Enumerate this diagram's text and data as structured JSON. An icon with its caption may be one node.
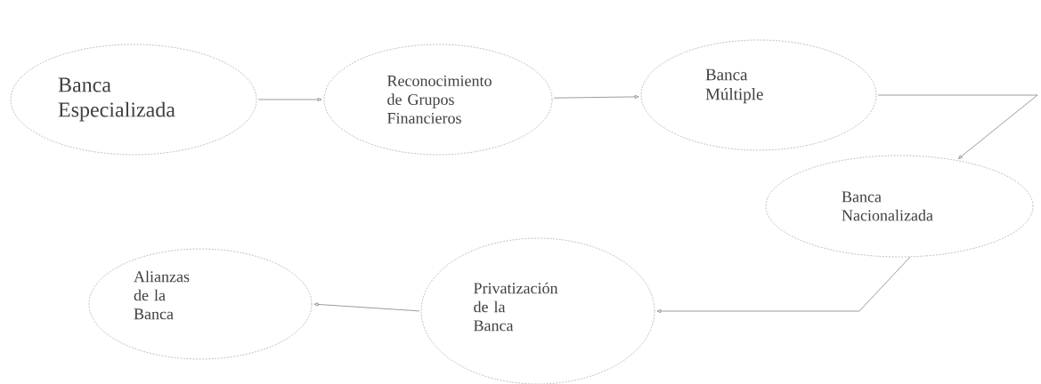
{
  "diagram": {
    "nodes": [
      {
        "text": [
          "Banca Especializada"
        ]
      },
      {
        "text": [
          "Reconocimiento de Grupos Financieros"
        ]
      },
      {
        "text": [
          "Banca Múltiple"
        ]
      },
      {
        "text": [
          "Banca Nacionalizada"
        ]
      },
      {
        "text": [
          "Privatización de la Banca"
        ]
      },
      {
        "text": [
          "Alianzas de la Banca"
        ]
      }
    ],
    "edges": [
      {
        "from": 0,
        "to": 1,
        "arrow": "to"
      },
      {
        "from": 1,
        "to": 2,
        "arrow": "to"
      },
      {
        "from": 2,
        "to": 3,
        "arrow": "to"
      },
      {
        "from": 3,
        "to": 4,
        "arrow": "to"
      },
      {
        "from": 4,
        "to": 5,
        "arrow": "to"
      }
    ]
  }
}
